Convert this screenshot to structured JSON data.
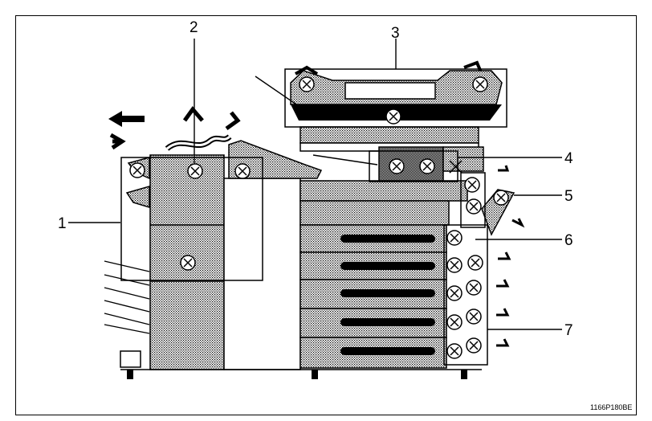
{
  "diagram": {
    "callouts": [
      {
        "id": "1",
        "label": "1"
      },
      {
        "id": "2",
        "label": "2"
      },
      {
        "id": "3",
        "label": "3"
      },
      {
        "id": "4",
        "label": "4"
      },
      {
        "id": "5",
        "label": "5"
      },
      {
        "id": "6",
        "label": "6"
      },
      {
        "id": "7",
        "label": "7"
      }
    ],
    "figure_code": "1166P180BE"
  }
}
